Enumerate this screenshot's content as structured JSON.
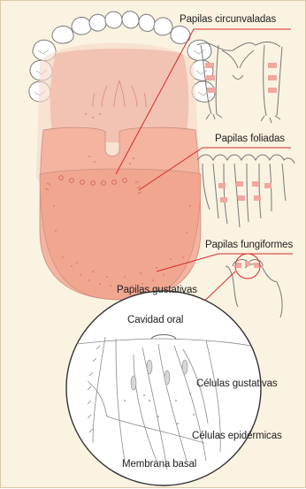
{
  "labels": {
    "circunvaladas": "Papilas circunvaladas",
    "foliadas": "Papilas foliadas",
    "fungiformes": "Papilas fungiformes",
    "gustativas": "Papilas gustativas",
    "cavidad_oral": "Cavidad oral",
    "celulas_gustativas": "Células gustativas",
    "celulas_epidermicas": "Células epidérmicas",
    "membrana_basal": "Membrana basal"
  },
  "colors": {
    "background": "#fbf3e2",
    "tongue_fill": "#f4b4a0",
    "tongue_dark": "#f09a84",
    "leader_line": "#d42b2b",
    "outline": "#6b6b6b",
    "papilla_band": "#f0a8a0"
  },
  "icons": [
    "teeth-illustration",
    "tongue-illustration",
    "circumvallate-papilla-section",
    "foliate-papillae-section",
    "fungiform-papilla-section",
    "taste-bud-magnified"
  ]
}
